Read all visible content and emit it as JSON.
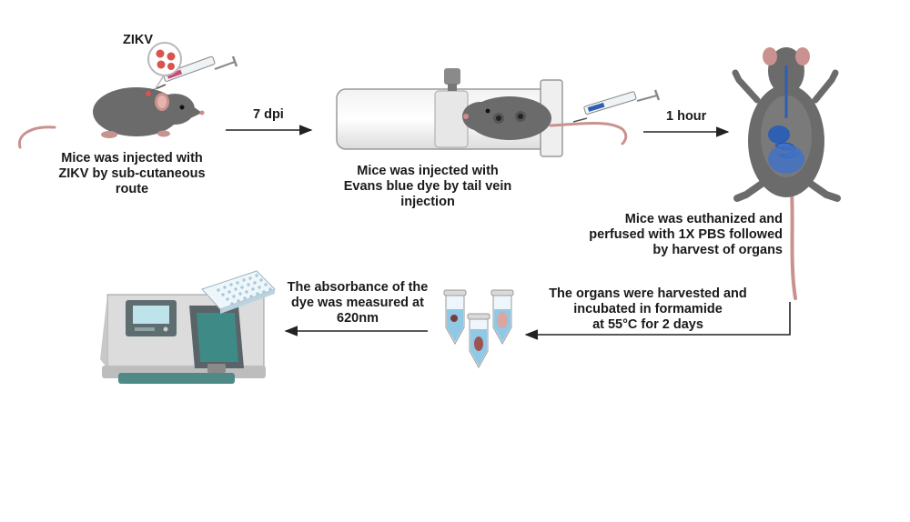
{
  "labels": {
    "zikv": "ZIKV",
    "step1": [
      "Mice was injected with",
      "ZIKV by sub-cutaneous",
      "route"
    ],
    "arrow1": "7 dpi",
    "step2": [
      "Mice was injected with",
      "Evans blue dye by tail vein",
      "injection"
    ],
    "arrow2": "1 hour",
    "step3": [
      "Mice was euthanized and",
      "perfused with 1X PBS followed",
      "by harvest of organs"
    ],
    "step4": [
      "The organs were harvested and",
      "incubated in formamide",
      "at 55°C for 2 days"
    ],
    "step5": [
      "The absorbance of the",
      "dye was measured at",
      "620nm"
    ]
  },
  "colors": {
    "mouse_body": "#6b6b6b",
    "mouse_tail": "#c9928e",
    "virus": "#d9534f",
    "dye_blue": "#2f5fb3",
    "arrow": "#222222",
    "tube_liquid": "#8fc9e6",
    "spectro_body": "#dcdcdc",
    "spectro_base": "#4f8a86"
  },
  "icons": [
    "virus-icon",
    "syringe-icon",
    "mouse-icon",
    "restrainer-tube-icon",
    "dissected-mouse-icon",
    "microcentrifuge-tube-icon",
    "spectrophotometer-icon",
    "microplate-icon"
  ]
}
